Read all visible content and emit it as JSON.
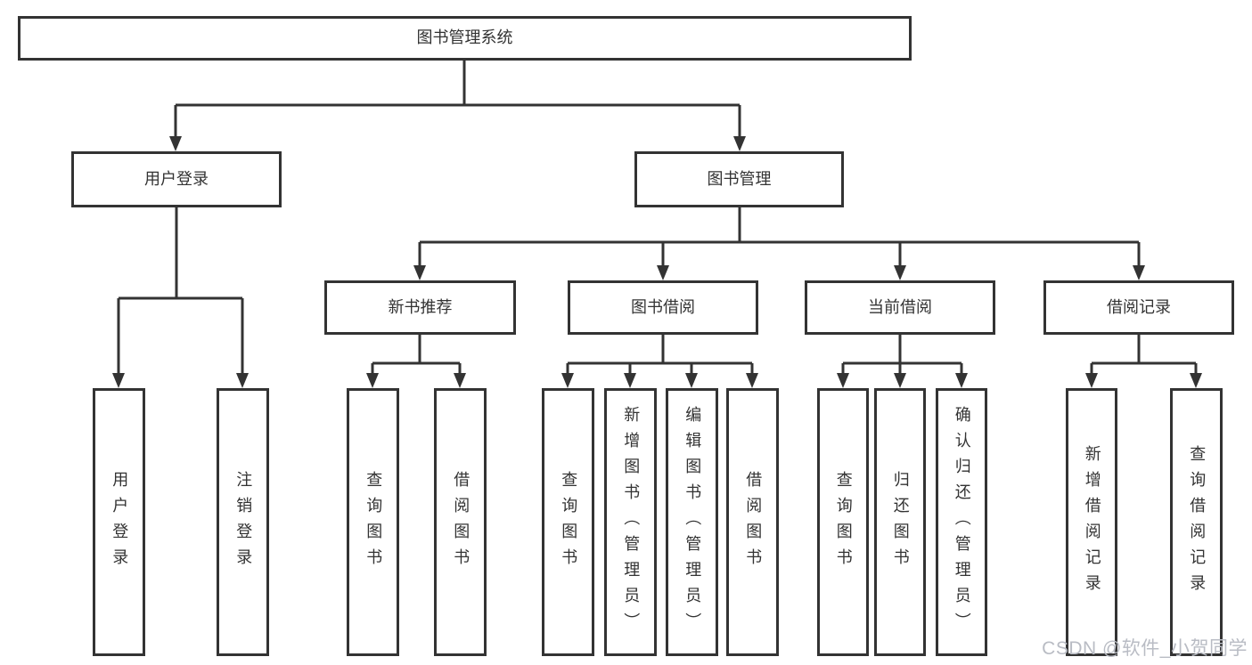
{
  "tree": {
    "root": "图书管理系统",
    "branches": [
      {
        "label": "用户登录",
        "children": [
          "用户登录",
          "注销登录"
        ]
      },
      {
        "label": "图书管理",
        "groups": [
          {
            "label": "新书推荐",
            "children": [
              "查询图书",
              "借阅图书"
            ]
          },
          {
            "label": "图书借阅",
            "children": [
              "查询图书",
              "新增图书（管理员）",
              "编辑图书（管理员）",
              "借阅图书"
            ]
          },
          {
            "label": "当前借阅",
            "children": [
              "查询图书",
              "归还图书",
              "确认归还（管理员）"
            ]
          },
          {
            "label": "借阅记录",
            "children": [
              "新增借阅记录",
              "查询借阅记录"
            ]
          }
        ]
      }
    ]
  },
  "watermark": {
    "text": "CSDN @软件_小贺同学"
  },
  "colors": {
    "line": "#333333",
    "text": "#333333",
    "box_bg": "#ffffff",
    "background": "#ffffff",
    "watermark": "#b9bcc4"
  }
}
